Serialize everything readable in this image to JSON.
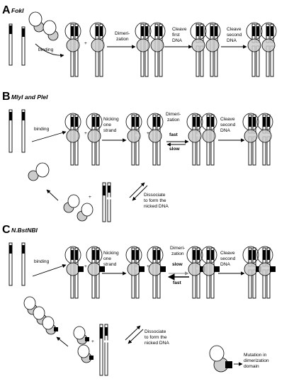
{
  "panels": [
    {
      "letter": "A",
      "title": "FokI",
      "steps": {
        "binding": "binding",
        "dimerization": [
          "Dimeri-",
          "zation"
        ],
        "cleave_first": [
          "Cleave",
          "first",
          "DNA"
        ],
        "cleave_second": [
          "Cleave",
          "second",
          "DNA"
        ]
      }
    },
    {
      "letter": "B",
      "title": "MlyI and PleI",
      "steps": {
        "binding": "binding",
        "nicking": [
          "Nicking",
          "one",
          "strand"
        ],
        "dimerization": [
          "Dimeri-",
          "zation"
        ],
        "fast": "fast",
        "slow": "slow",
        "cleave_second": [
          "Cleave",
          "second",
          "DNA"
        ],
        "dissociate": [
          "Dissociate",
          "to form the",
          "nicked DNA"
        ]
      }
    },
    {
      "letter": "C",
      "title": "N.BstNBI",
      "steps": {
        "binding": "binding",
        "nicking": [
          "Nicking",
          "one",
          "strand"
        ],
        "dimerization": [
          "Dimeri-",
          "zation"
        ],
        "slow": "slow",
        "fast": "fast",
        "cleave_second": [
          "Cleave",
          "second",
          "DNA"
        ],
        "dissociate": [
          "Dissociate",
          "to form the",
          "nicked DNA"
        ],
        "mutation": [
          "Mutation in",
          "dimerization",
          "domain"
        ]
      }
    }
  ],
  "plus_sign": "+"
}
